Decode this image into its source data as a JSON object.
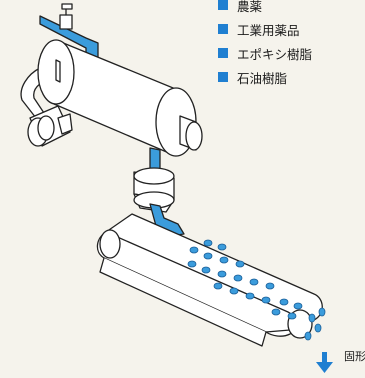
{
  "legend": {
    "items": [
      {
        "label": "農薬"
      },
      {
        "label": "工業用薬品"
      },
      {
        "label": "エポキシ樹脂"
      },
      {
        "label": "石油樹脂"
      }
    ]
  },
  "output": {
    "label": "固形"
  },
  "colors": {
    "accent": "#1f7fd1",
    "pipe": "#3b9cdc",
    "outline": "#222222",
    "machine_fill": "#ffffff",
    "background": "#f5f3ec"
  },
  "icons": {
    "valve": "valve-icon",
    "arrow": "down-arrow-icon"
  }
}
